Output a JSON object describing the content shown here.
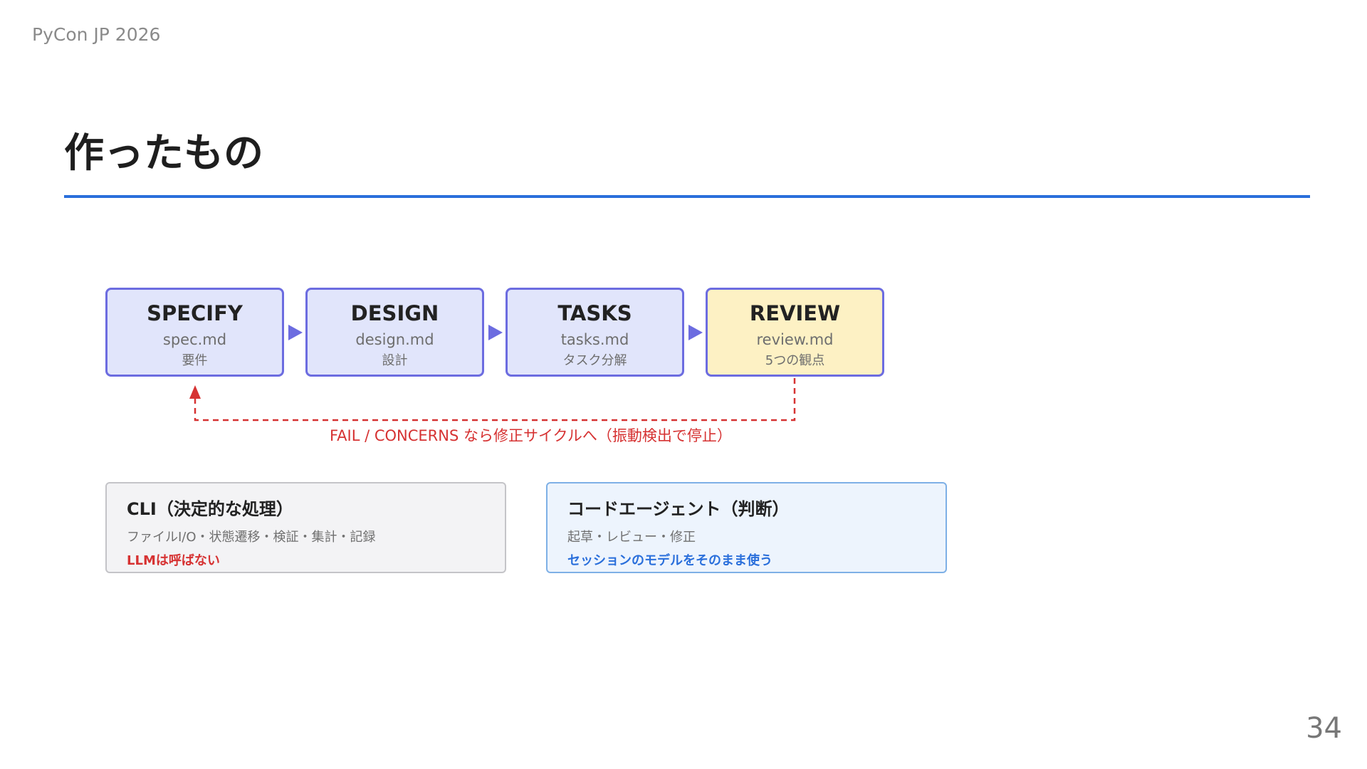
{
  "header": {
    "event": "PyCon JP 2026"
  },
  "slide": {
    "title": "作ったもの",
    "page_number": "34"
  },
  "pipeline": {
    "stages": [
      {
        "name": "SPECIFY",
        "file": "spec.md",
        "desc": "要件"
      },
      {
        "name": "DESIGN",
        "file": "design.md",
        "desc": "設計"
      },
      {
        "name": "TASKS",
        "file": "tasks.md",
        "desc": "タスク分解"
      },
      {
        "name": "REVIEW",
        "file": "review.md",
        "desc": "5つの観点"
      }
    ],
    "loop_label": "FAIL / CONCERNS なら修正サイクルへ（振動検出で停止）"
  },
  "boxes": {
    "cli": {
      "title": "CLI（決定的な処理）",
      "desc": "ファイルI/O・状態遷移・検証・集計・記録",
      "note": "LLMは呼ばない"
    },
    "agent": {
      "title": "コードエージェント（判断）",
      "desc": "起草・レビュー・修正",
      "note": "セッションのモデルをそのまま使う"
    }
  },
  "colors": {
    "accent": "#2a6fdb",
    "stage_border": "#6c6ce0",
    "stage_fill": "#e1e5fb",
    "review_fill": "#fdf1c4",
    "loop": "#d63232"
  }
}
